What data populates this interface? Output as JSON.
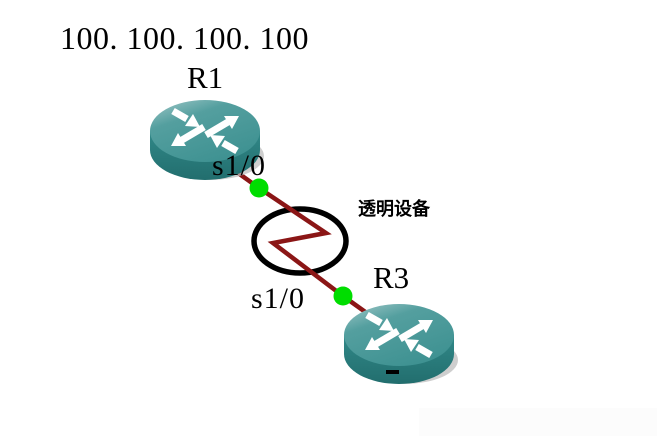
{
  "diagram": {
    "note_ip": "100. 100. 100. 100",
    "cloud": {
      "label": "透明设备"
    },
    "routers": [
      {
        "id": "R1",
        "label": "R1",
        "interface_label": "s1/0"
      },
      {
        "id": "R3",
        "label": "R3",
        "interface_label": "s1/0"
      }
    ],
    "link": {
      "from": "R1 s1/0",
      "to": "R3 s1/0",
      "line_color": "#8b1616",
      "status_dot_color": "#00dd00"
    },
    "colors": {
      "router_top": "#4e9c9c",
      "router_side": "#2c8181",
      "cloud_ring": "#000000",
      "text": "#000000",
      "background": "#ffffff"
    }
  }
}
